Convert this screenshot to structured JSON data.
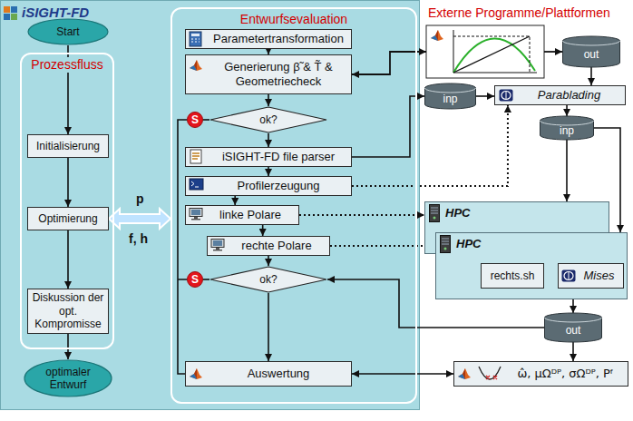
{
  "diagram": {
    "nodes": [
      {
        "text": [
          "Prozessfluss"
        ]
      },
      {
        "text": [
          "Start"
        ]
      },
      {
        "text": [
          "Initialisierung"
        ],
        "in": 0
      },
      {
        "text": [
          "Optimierung"
        ],
        "in": 0
      },
      {
        "text": [
          "Diskussion der opt. Kompromisse"
        ],
        "in": 0
      },
      {
        "text": [
          "optimaler Entwurf"
        ]
      },
      {
        "text": [
          "Entwurfsevaluation"
        ]
      },
      {
        "text": [
          "Parametertransformation"
        ],
        "in": 6
      },
      {
        "text": [
          "Generierung β̃ & T̃ & Geometriecheck"
        ],
        "in": 6
      },
      {
        "text": [
          "S"
        ],
        "in": 6
      },
      {
        "text": [
          "ok?"
        ],
        "in": 6
      },
      {
        "text": [
          "iSIGHT-FD file parser"
        ],
        "in": 6
      },
      {
        "text": [
          "Profilerzeugung"
        ],
        "in": 6
      },
      {
        "text": [
          "linke Polare"
        ],
        "in": 6
      },
      {
        "text": [
          "rechte Polare"
        ],
        "in": 6
      },
      {
        "text": [
          "S"
        ],
        "in": 6
      },
      {
        "text": [
          "ok?"
        ],
        "in": 6
      },
      {
        "text": [
          "Auswertung"
        ],
        "in": 6
      },
      {
        "text": [
          "out"
        ]
      },
      {
        "text": [
          "inp"
        ]
      },
      {
        "text": [
          "Parablading"
        ]
      },
      {
        "text": [
          "inp"
        ]
      },
      {
        "text": [
          "HPC"
        ]
      },
      {
        "text": [
          "HPC"
        ]
      },
      {
        "text": [
          "rechts.sh"
        ],
        "in": 23
      },
      {
        "text": [
          "Mises"
        ],
        "in": 23
      },
      {
        "text": [
          "out"
        ]
      },
      {
        "text": [
          "ω̂, μΩᴰᴾ, σΩᴰᴾ, Pᶠ"
        ]
      }
    ],
    "edges": [
      {
        "from": 1,
        "to": 2,
        "arrow": "to"
      },
      {
        "from": 2,
        "to": 3,
        "arrow": "to"
      },
      {
        "from": 3,
        "to": 4,
        "arrow": "to"
      },
      {
        "from": 4,
        "to": 5,
        "arrow": "to"
      },
      {
        "from": 3,
        "to": 6,
        "arrow": "both"
      },
      {
        "from": 7,
        "to": 8,
        "arrow": "to"
      },
      {
        "from": 8,
        "to": 10,
        "arrow": "to"
      },
      {
        "from": 10,
        "to": 9,
        "arrow": "none"
      },
      {
        "from": 10,
        "to": 11,
        "arrow": "to"
      },
      {
        "from": 11,
        "to": 12,
        "arrow": "to"
      },
      {
        "from": 12,
        "to": 13,
        "arrow": "to"
      },
      {
        "from": 13,
        "to": 14,
        "arrow": "to"
      },
      {
        "from": 14,
        "to": 16,
        "arrow": "to"
      },
      {
        "from": 16,
        "to": 15,
        "arrow": "none"
      },
      {
        "from": 16,
        "to": 17,
        "arrow": "to"
      },
      {
        "from": 11,
        "to": 19,
        "arrow": "to"
      },
      {
        "from": 19,
        "to": 20,
        "arrow": "to"
      },
      {
        "from": 18,
        "to": 20,
        "arrow": "to"
      },
      {
        "from": 12,
        "to": 20,
        "arrow": "to"
      },
      {
        "from": 20,
        "to": 21,
        "arrow": "to"
      },
      {
        "from": 21,
        "to": 22,
        "arrow": "to"
      },
      {
        "from": 21,
        "to": 23,
        "arrow": "to"
      },
      {
        "from": 13,
        "to": 22,
        "arrow": "to"
      },
      {
        "from": 14,
        "to": 23,
        "arrow": "to"
      },
      {
        "from": 23,
        "to": 26,
        "arrow": "to"
      },
      {
        "from": 26,
        "to": 16,
        "arrow": "to"
      },
      {
        "from": 26,
        "to": 27,
        "arrow": "to"
      },
      {
        "from": 17,
        "to": 27,
        "arrow": "both"
      },
      {
        "from": 24,
        "to": 25,
        "arrow": "to"
      }
    ],
    "labels": [
      "iSIGHT-FD",
      "Externe Programme/Plattformen",
      "p",
      "f, h"
    ]
  }
}
